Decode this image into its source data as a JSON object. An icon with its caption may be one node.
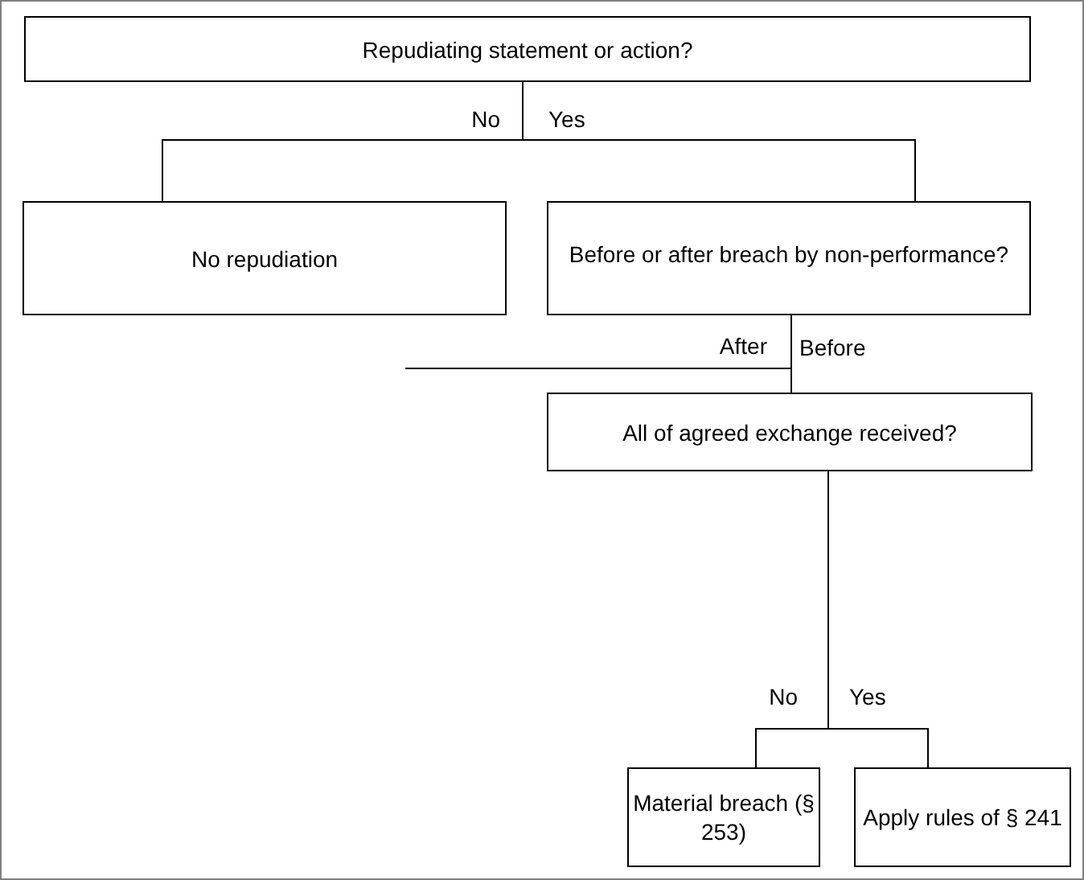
{
  "diagram": {
    "nodes": [
      {
        "text": [
          "Repudiating statement or action?"
        ]
      },
      {
        "text": [
          "No repudiation"
        ]
      },
      {
        "text": [
          "Before or after breach by non-performance?"
        ]
      },
      {
        "text": [
          "All of agreed exchange received?"
        ]
      },
      {
        "text": [
          "Material breach (§ 253)"
        ]
      },
      {
        "text": [
          "Apply rules of § 241"
        ]
      }
    ],
    "edges": [
      {
        "from": 0,
        "to": 1,
        "arrow": "none",
        "label": "No"
      },
      {
        "from": 0,
        "to": 2,
        "arrow": "none",
        "label": "Yes"
      },
      {
        "from": 2,
        "to": null,
        "arrow": "none",
        "label": "After"
      },
      {
        "from": 2,
        "to": 3,
        "arrow": "none",
        "label": "Before"
      },
      {
        "from": 3,
        "to": 4,
        "arrow": "none",
        "label": "No"
      },
      {
        "from": 3,
        "to": 5,
        "arrow": "none",
        "label": "Yes"
      }
    ]
  }
}
